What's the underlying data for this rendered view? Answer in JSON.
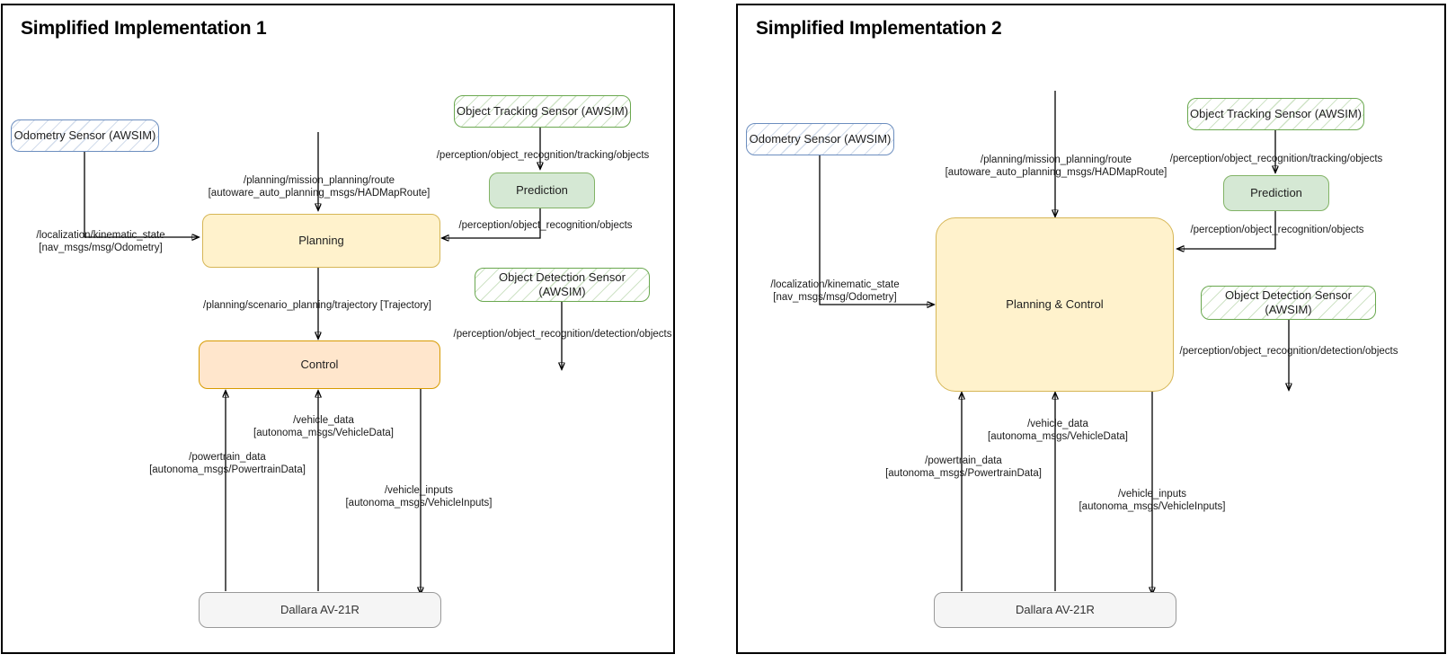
{
  "panels": [
    {
      "title": "Simplified Implementation 1",
      "nodes": {
        "odometry_sensor": "Odometry Sensor (AWSIM)",
        "object_tracking_sensor": "Object Tracking Sensor (AWSIM)",
        "object_detection_sensor": "Object Detection Sensor (AWSIM)",
        "prediction": "Prediction",
        "planning": "Planning",
        "control": "Control",
        "vehicle": "Dallara AV-21R"
      },
      "edge_labels": {
        "tracking_objects": "/perception/object_recognition/tracking/objects",
        "mission_route_line1": "/planning/mission_planning/route",
        "mission_route_line2": "[autoware_auto_planning_msgs/HADMapRoute]",
        "recognition_objects": "/perception/object_recognition/objects",
        "kinematic_state_line1": "/localization/kinematic_state",
        "kinematic_state_line2": "[nav_msgs/msg/Odometry]",
        "trajectory": "/planning/scenario_planning/trajectory [Trajectory]",
        "detection_objects": "/perception/object_recognition/detection/objects",
        "vehicle_data_line1": "/vehicle_data",
        "vehicle_data_line2": "[autonoma_msgs/VehicleData]",
        "powertrain_data_line1": "/powertrain_data",
        "powertrain_data_line2": "[autonoma_msgs/PowertrainData]",
        "vehicle_inputs_line1": "/vehicle_inputs",
        "vehicle_inputs_line2": "[autonoma_msgs/VehicleInputs]"
      }
    },
    {
      "title": "Simplified Implementation 2",
      "nodes": {
        "odometry_sensor": "Odometry Sensor (AWSIM)",
        "object_tracking_sensor": "Object Tracking Sensor (AWSIM)",
        "object_detection_sensor": "Object Detection Sensor (AWSIM)",
        "prediction": "Prediction",
        "planning_control": "Planning & Control",
        "vehicle": "Dallara AV-21R"
      },
      "edge_labels": {
        "tracking_objects": "/perception/object_recognition/tracking/objects",
        "mission_route_line1": "/planning/mission_planning/route",
        "mission_route_line2": "[autoware_auto_planning_msgs/HADMapRoute]",
        "recognition_objects": "/perception/object_recognition/objects",
        "kinematic_state_line1": "/localization/kinematic_state",
        "kinematic_state_line2": "[nav_msgs/msg/Odometry]",
        "detection_objects": "/perception/object_recognition/detection/objects",
        "vehicle_data_line1": "/vehicle_data",
        "vehicle_data_line2": "[autonoma_msgs/VehicleData]",
        "powertrain_data_line1": "/powertrain_data",
        "powertrain_data_line2": "[autonoma_msgs/PowertrainData]",
        "vehicle_inputs_line1": "/vehicle_inputs",
        "vehicle_inputs_line2": "[autonoma_msgs/VehicleInputs]"
      }
    }
  ],
  "colors": {
    "sensor_blue_border": "#6c8ebf",
    "sensor_green_border": "#6aa84f",
    "prediction_fill": "#d5e8d4",
    "prediction_border": "#82b366",
    "planning_fill": "#fff2cc",
    "planning_border": "#d6b656",
    "control_fill": "#ffe6cc",
    "control_border": "#d79b00",
    "vehicle_fill": "#f5f5f5",
    "vehicle_border": "#999999",
    "edge_stroke": "#000000",
    "panel_border": "#000000"
  }
}
